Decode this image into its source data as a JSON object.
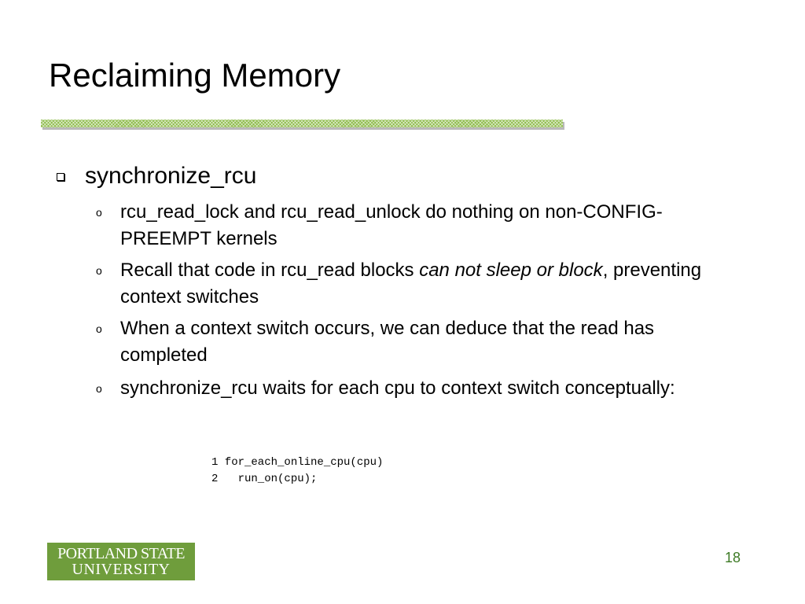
{
  "slide": {
    "title": "Reclaiming Memory",
    "bullet": {
      "marker_icon": "hollow-square-bullet-icon",
      "text": "synchronize_rcu",
      "sub_marker": "o",
      "sub_items": [
        {
          "text": "rcu_read_lock and rcu_read_unlock do nothing on non-CONFIG-PREEMPT kernels"
        },
        {
          "text_before": "Recall that code in rcu_read blocks ",
          "text_emphasis": "can not sleep or block",
          "text_after": ", preventing context switches"
        },
        {
          "text": "When a context switch occurs, we can deduce that the read has completed"
        },
        {
          "text": "synchronize_rcu waits for each cpu to context switch conceptually:"
        }
      ]
    },
    "code_lines": [
      "1 for_each_online_cpu(cpu)",
      "2   run_on(cpu);"
    ],
    "logo": {
      "line1": "PORTLAND STATE",
      "line2": "UNIVERSITY"
    },
    "page_number": "18",
    "colors": {
      "accent_green": "#8dbb4a",
      "logo_green": "#6f9d3c",
      "page_number_green": "#3d7a25"
    }
  }
}
